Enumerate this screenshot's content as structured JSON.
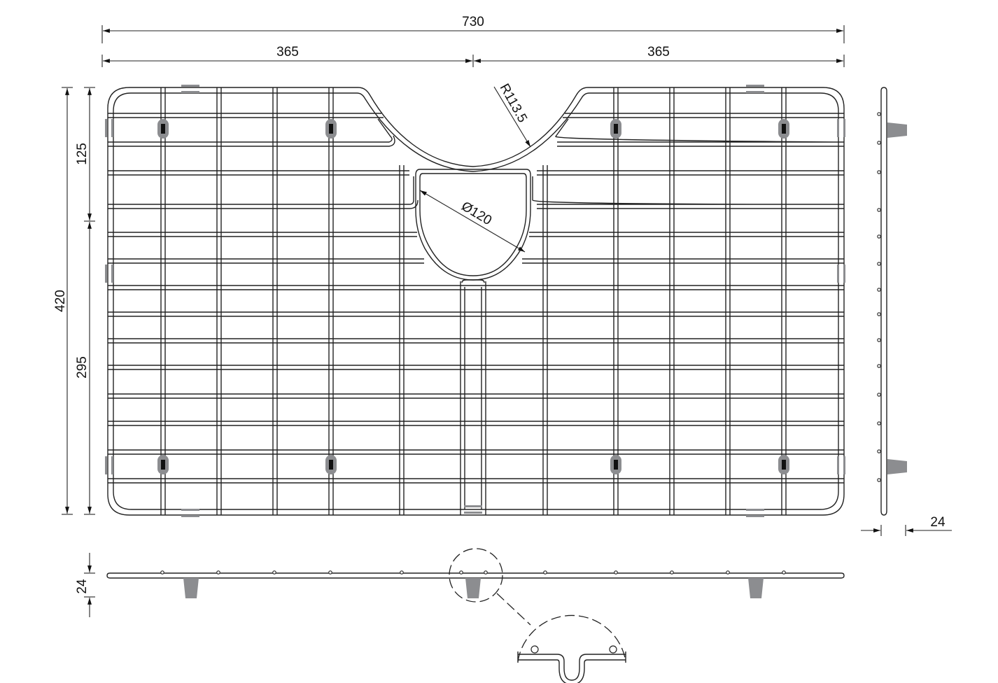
{
  "drawing": {
    "title": "Sink bottom grid – technical drawing",
    "line_color": "#222222",
    "foot_color": "#8c8d90",
    "dimensions": {
      "overall_width": "730",
      "half_width_left": "365",
      "half_width_right": "365",
      "overall_height": "420",
      "upper_height": "125",
      "lower_height": "295",
      "cutout_radius": "R113.5",
      "drain_diameter": "Ø120",
      "side_depth": "24",
      "front_depth": "24"
    },
    "views": {
      "top_view": "Plan view of wire grid with semicircular cut-out and drain opening",
      "side_view": "Right side elevation with rubber feet",
      "front_view": "Front elevation with rubber feet",
      "detail_view": "Enlarged detail of channel around drain"
    }
  }
}
